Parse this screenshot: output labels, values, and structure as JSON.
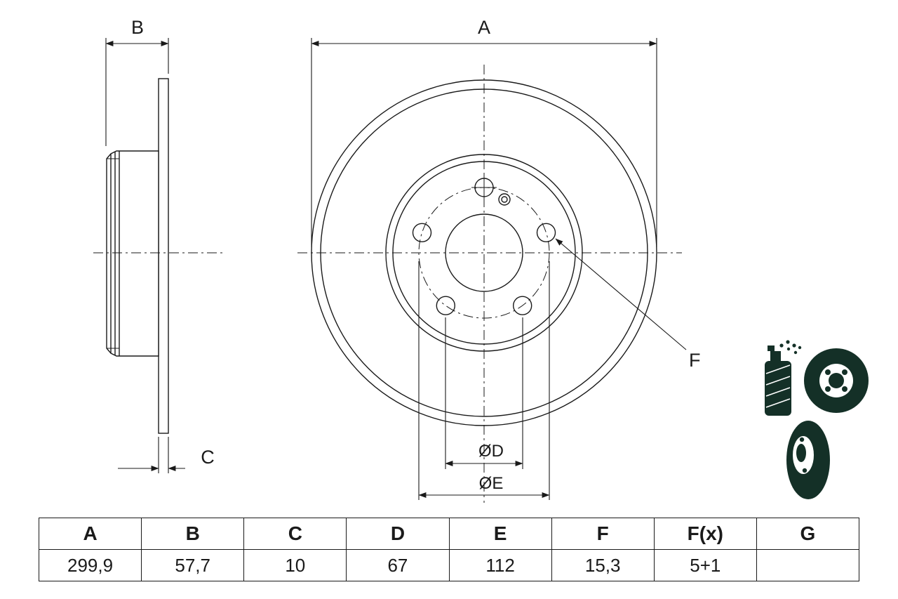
{
  "drawing": {
    "labels": {
      "a": "A",
      "b": "B",
      "c": "C",
      "f": "F",
      "od": "ØD",
      "oe": "ØE"
    }
  },
  "spec_table": {
    "headers": [
      "A",
      "B",
      "C",
      "D",
      "E",
      "F",
      "F(x)",
      "G"
    ],
    "values": [
      "299,9",
      "57,7",
      "10",
      "67",
      "112",
      "15,3",
      "5+1",
      ""
    ]
  },
  "icons": {
    "top": "coating-spray-icon",
    "bottom": "brake-disc-icon"
  },
  "colors": {
    "line": "#1a1a1a",
    "icon_fill": "#143027",
    "background": "#ffffff"
  }
}
